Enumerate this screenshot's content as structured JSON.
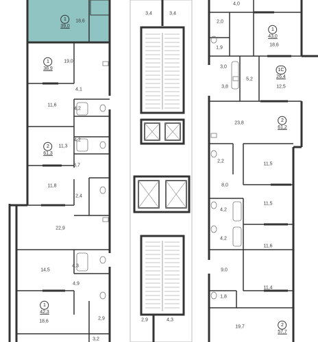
{
  "colors": {
    "wall": "#333333",
    "highlight": "#8fc4c2",
    "thin_line": "#9a9a9a"
  },
  "icons": [
    "stair-icon",
    "elevator-icon",
    "bathtub-icon",
    "sink-icon",
    "toilet-icon"
  ],
  "apartments": [
    {
      "rooms": "1",
      "area": "39,0",
      "highlighted": true
    },
    {
      "rooms": "1",
      "area": "38,9",
      "highlighted": false
    },
    {
      "rooms": "2",
      "area": "61,3",
      "highlighted": false
    },
    {
      "rooms": "1",
      "area": "42,3",
      "highlighted": false
    },
    {
      "rooms": "1",
      "area": "43,0",
      "highlighted": false
    },
    {
      "rooms": "1С",
      "area": "26,4",
      "highlighted": false
    },
    {
      "rooms": "2",
      "area": "61,2",
      "highlighted": false
    },
    {
      "rooms": "2",
      "area": "57,7",
      "highlighted": false
    }
  ],
  "rooms": [
    "18,6",
    "19,0",
    "4,1",
    "11,6",
    "4,2",
    "4,2",
    "11,3",
    "8,7",
    "11,8",
    "2,4",
    "22,9",
    "14,5",
    "4,3",
    "4,9",
    "18,6",
    "2,9",
    "3,2",
    "3,4",
    "3,4",
    "2,9",
    "4,3",
    "4,0",
    "2,0",
    "18,6",
    "1,9",
    "3,0",
    "3,8",
    "5,2",
    "12,5",
    "23,8",
    "2,2",
    "11,5",
    "8,0",
    "11,5",
    "4,2",
    "4,2",
    "11,6",
    "9,0",
    "11,4",
    "1,8",
    "19,7"
  ]
}
